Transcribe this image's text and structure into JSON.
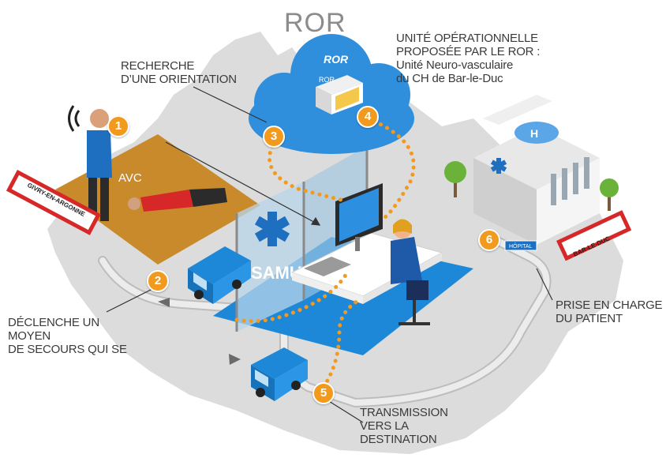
{
  "title": "ROR",
  "labels": {
    "recherche": [
      "RECHERCHE",
      "D’UNE ORIENTATION"
    ],
    "unite": [
      "UNITÉ OPÉRATIONNELLE",
      "PROPOSÉE PAR LE ROR :",
      "Unité Neuro-vasculaire",
      "du CH de Bar-le-Duc"
    ],
    "declenche": [
      "DÉCLENCHE UN",
      "MOYEN",
      "DE SECOURS QUI SE"
    ],
    "transmission": [
      "TRANSMISSION",
      "VERS LA",
      "DESTINATION"
    ],
    "prise": [
      "PRISE EN CHARGE",
      "DU PATIENT"
    ],
    "avc": "AVC",
    "samu": "SAMU",
    "cloud_logo": "ROR",
    "cabinet_label": "ROR",
    "sign_left": "GIVRY-EN-ARGONNE",
    "sign_right": "BAR-LE-DUC",
    "hospital_sign": "HÔPITAL"
  },
  "steps": [
    "1",
    "2",
    "3",
    "4",
    "5",
    "6"
  ],
  "colors": {
    "map": "#dcdcdc",
    "orange": "#f29a1e",
    "blue": "#1e88d8",
    "avc_zone": "#c98a2c",
    "text": "#3a3a3a",
    "title": "#8c8c8c"
  }
}
